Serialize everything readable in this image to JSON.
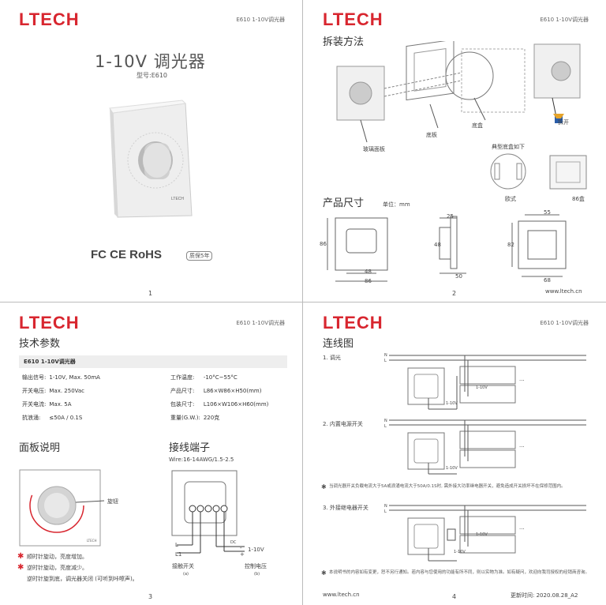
{
  "brand": "LTECH",
  "model_label": "E610 1-10V调光器",
  "model_label_short": "E610 1-10V调光器",
  "page1": {
    "title": "1-10V 调光器",
    "subtitle": "型号:E610",
    "certs": "FC  CE  RoHS",
    "warranty": "质保5年",
    "page_num": "1"
  },
  "page2": {
    "install_title": "拆装方法",
    "glass_panel": "玻璃面板",
    "base_plate": "底板",
    "back_box": "底盒",
    "disassemble": "拆开",
    "typical_box": "典型底盒如下",
    "euro_box": "欧式",
    "b6_box": "86盒",
    "dim_title": "产品尺寸",
    "unit": "单位：mm",
    "dims": {
      "d86a": "86",
      "d48a": "48",
      "d86b": "86",
      "d25": "25",
      "d48b": "48",
      "d50": "50",
      "d55": "55",
      "d82": "82",
      "d68": "68"
    },
    "url": "www.ltech.cn",
    "page_num": "2"
  },
  "page3": {
    "spec_title": "技术参数",
    "spec_header": "E610    1-10V调光器",
    "specs_left": [
      [
        "输出信号:",
        "1-10V, Max. 50mA"
      ],
      [
        "开关电压:",
        "Max. 250Vac"
      ],
      [
        "开关电流:",
        "Max. 5A"
      ],
      [
        "抗浪涌:",
        "≤50A / 0.1S"
      ]
    ],
    "specs_right": [
      [
        "工作温度:",
        "-10°C~55°C"
      ],
      [
        "产品尺寸:",
        "L86×W86×H50(mm)"
      ],
      [
        "包装尺寸:",
        "L106×W106×H60(mm)"
      ],
      [
        "重量(G.W.):",
        "220克"
      ]
    ],
    "panel_title": "面板说明",
    "knob_label": "旋钮",
    "notes": [
      "顺时针旋动，亮度增加。",
      "逆时针旋动，亮度减少。",
      "逆时针旋到底，调光器关闭 (可听到咔嚓声)。"
    ],
    "terminal_title": "接线端子",
    "wire_spec": "Wire:16-14AWG/1.5-2.5",
    "t_L": "L",
    "t_L1": "L1",
    "t_dc": "DC",
    "t_minus": "-",
    "t_plus": "+",
    "t_110v": "1-10V",
    "touch_switch": "接触开关",
    "touch_switch_sub": "(a)",
    "ctrl_voltage": "控制电压",
    "ctrl_voltage_sub": "(b)",
    "page_num": "3"
  },
  "page4": {
    "wiring_title": "连线图",
    "w1": "1. 调光",
    "w2": "2. 内置电源开关",
    "w3": "3. 外接继电器开关",
    "n_label": "N",
    "l_label": "L",
    "v110": "1-10V",
    "ellipsis": "···",
    "note1": "当调光器开关负载电流大于5A或浪涌电流大于50A/0.1S时, 需外接大功率继电器开关，避免造成开关损坏不在保修范围内。",
    "note2": "本说明书的内容如有变更，恕不另行通知。若内容与您使用的功能有所不同，则以实物为准。如有疑问，欢迎向我司授权的经销商咨询。",
    "url": "www.ltech.cn",
    "page_num": "4",
    "update": "更新时间: 2020.08.28_A2"
  }
}
